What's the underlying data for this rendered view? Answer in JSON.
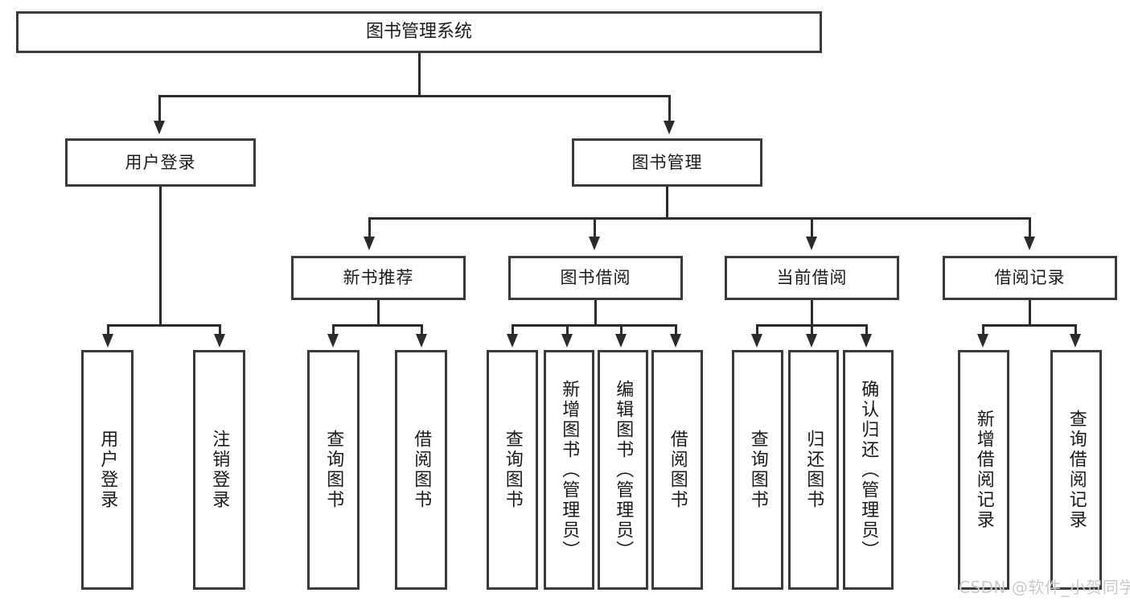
{
  "diagram": {
    "title": "图书管理系统",
    "type": "tree",
    "watermark": "CSDN @软件_小贺同学",
    "colors": {
      "box_border": "#3a3a3a",
      "connector": "#2b2b2b",
      "background": "#ffffff",
      "text": "#1a1a1a",
      "watermark": "#c9c9c9"
    },
    "root": {
      "label": "图书管理系统"
    },
    "level2": [
      {
        "label": "用户登录"
      },
      {
        "label": "图书管理"
      }
    ],
    "level3": [
      {
        "label": "新书推荐"
      },
      {
        "label": "图书借阅"
      },
      {
        "label": "当前借阅"
      },
      {
        "label": "借阅记录"
      }
    ],
    "leaves": {
      "user_login": [
        {
          "label": "用户登录"
        },
        {
          "label": "注销登录"
        }
      ],
      "new_book_recommend": [
        {
          "label": "查询图书"
        },
        {
          "label": "借阅图书"
        }
      ],
      "book_borrow": [
        {
          "label": "查询图书"
        },
        {
          "label": "新增图书（管理员）"
        },
        {
          "label": "编辑图书（管理员）"
        },
        {
          "label": "借阅图书"
        }
      ],
      "current_borrow": [
        {
          "label": "查询图书"
        },
        {
          "label": "归还图书"
        },
        {
          "label": "确认归还（管理员）"
        }
      ],
      "borrow_record": [
        {
          "label": "新增借阅记录"
        },
        {
          "label": "查询借阅记录"
        }
      ]
    }
  }
}
